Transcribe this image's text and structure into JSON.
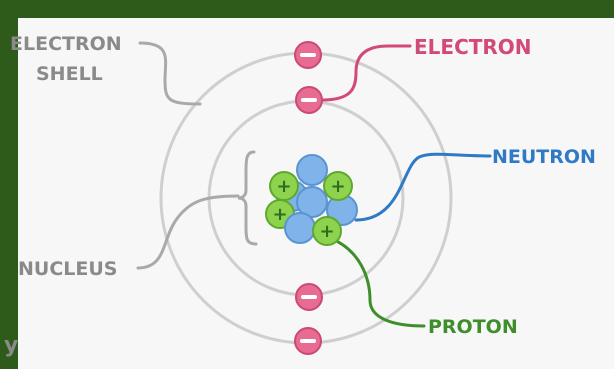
{
  "labels": {
    "electron_shell_line1": "ELECTRON",
    "electron_shell_line2": "SHELL",
    "electron": "ELECTRON",
    "neutron": "NEUTRON",
    "nucleus": "NUCLEUS",
    "proton": "PROTON",
    "edge_fragment": "y"
  },
  "symbols": {
    "proton_sign": "+",
    "electron_sign": "−"
  },
  "colors": {
    "border": "#2f5b1a",
    "panel": "#f7f7f7",
    "shell_stroke": "#cfcfcf",
    "electron_fill": "#e86b92",
    "electron_label": "#d2497a",
    "neutron_fill": "#7fb3ea",
    "neutron_label": "#2f79c5",
    "proton_fill": "#8ed34e",
    "proton_label": "#3e8e2b",
    "gray_label": "#8a8a8a"
  }
}
